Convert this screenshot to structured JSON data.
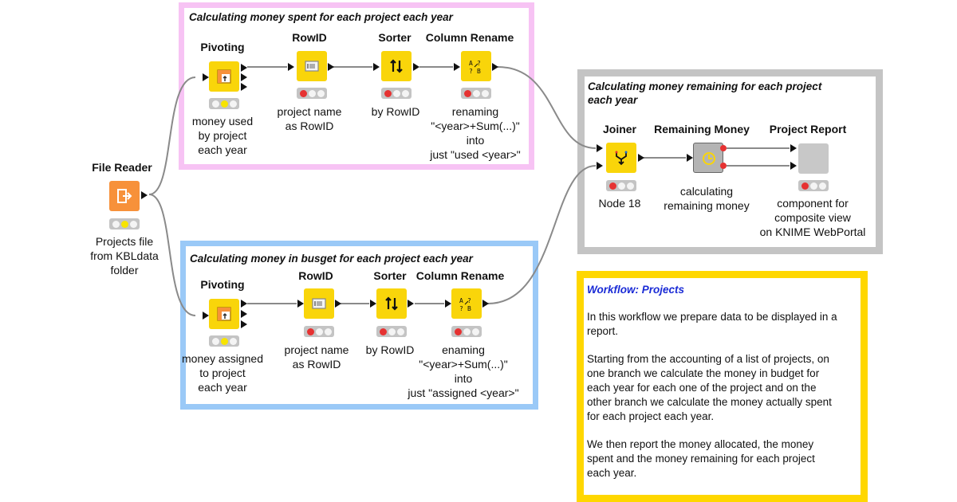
{
  "colors": {
    "pink_border": "#f7c3f4",
    "blue_border": "#9ac9f7",
    "gray_border": "#c4c4c4",
    "yellow_border": "#ffd700",
    "node_yellow": "#f9d50a",
    "node_orange": "#f7913a",
    "wire": "#8a8a8a",
    "workflow_title": "#1a2bd6"
  },
  "annotations": {
    "spent": "Calculating money spent for each project each year",
    "budget": "Calculating money in busget for each project each year",
    "remaining": "Calculating money remaining for each project\neach year"
  },
  "nodes": {
    "file_reader": {
      "title": "File Reader",
      "label": "Projects file\nfrom KBLdata\nfolder",
      "icon": "file-reader-icon",
      "status": [
        "gray",
        "yellow",
        "gray"
      ]
    },
    "pivot_top": {
      "title": "Pivoting",
      "label": "money used\nby project\neach year",
      "icon": "pivoting-icon",
      "status": [
        "gray",
        "yellow",
        "gray"
      ]
    },
    "rowid_top": {
      "title": "RowID",
      "label": "project name\nas RowID",
      "icon": "rowid-icon",
      "status": [
        "red",
        "gray",
        "gray"
      ]
    },
    "sorter_top": {
      "title": "Sorter",
      "label": "by RowID",
      "icon": "sorter-icon",
      "status": [
        "red",
        "gray",
        "gray"
      ]
    },
    "rename_top": {
      "title": "Column Rename",
      "label": "renaming\n\"<year>+Sum(...)\"\ninto\njust \"used <year>\"",
      "icon": "column-rename-icon",
      "status": [
        "red",
        "gray",
        "gray"
      ]
    },
    "pivot_bot": {
      "title": "Pivoting",
      "label": "money assigned\nto project\neach year",
      "icon": "pivoting-icon",
      "status": [
        "gray",
        "yellow",
        "gray"
      ]
    },
    "rowid_bot": {
      "title": "RowID",
      "label": "project name\nas RowID",
      "icon": "rowid-icon",
      "status": [
        "red",
        "gray",
        "gray"
      ]
    },
    "sorter_bot": {
      "title": "Sorter",
      "label": "by RowID",
      "icon": "sorter-icon",
      "status": [
        "red",
        "gray",
        "gray"
      ]
    },
    "rename_bot": {
      "title": "Column Rename",
      "label": "enaming\n\"<year>+Sum(...)\"\ninto\njust \"assigned <year>\"",
      "icon": "column-rename-icon",
      "status": [
        "red",
        "gray",
        "gray"
      ]
    },
    "joiner": {
      "title": "Joiner",
      "label": "Node 18",
      "icon": "joiner-icon",
      "status": [
        "red",
        "gray",
        "gray"
      ]
    },
    "remaining": {
      "title": "Remaining Money",
      "label": "calculating\nremaining money",
      "icon": "metanode-icon",
      "status": []
    },
    "report": {
      "title": "Project Report",
      "label": "component for\ncomposite view\non KNIME WebPortal",
      "icon": "component-icon",
      "status": [
        "red",
        "gray",
        "gray"
      ]
    }
  },
  "workflow": {
    "title": "Workflow: Projects",
    "paragraphs": [
      "In this workflow we prepare data to be displayed in a\nreport.",
      "Starting from the accounting of a list of projects, on\none branch we calculate the money in budget for\neach year for each one of the project and on the\nother branch we calculate the money actually spent\nfor each project each year.",
      "We then report the money allocated, the money\nspent and the money remaining for each project\neach year."
    ]
  }
}
